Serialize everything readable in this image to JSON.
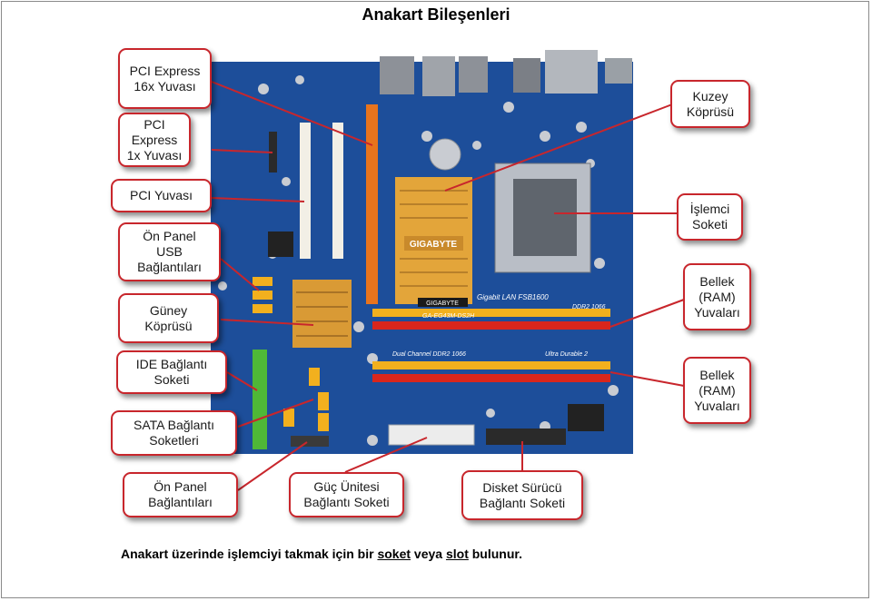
{
  "title": "Anakart Bileşenleri",
  "labels": {
    "pcie16": "PCI Express\n16x Yuvası",
    "pcie1": "PCI\nExpress\n1x Yuvası",
    "pci": "PCI Yuvası",
    "usb": "Ön Panel\nUSB\nBağlantıları",
    "southbridge": "Güney\nKöprüsü",
    "ide": "IDE Bağlantı\nSoketi",
    "sata": "SATA Bağlantı\nSoketleri",
    "frontpanel": "Ön Panel\nBağlantıları",
    "psu": "Güç Ünitesi\nBağlantı Soketi",
    "floppy": "Disket Sürücü\nBağlantı Soketi",
    "northbridge": "Kuzey\nKöprüsü",
    "cpu": "İşlemci\nSoketi",
    "ram1": "Bellek\n(RAM)\nYuvaları",
    "ram2": "Bellek\n(RAM)\nYuvaları"
  },
  "board_text": {
    "heatsink_brand": "GIGABYTE",
    "brand_strip": "GIGABYTE",
    "model": "GA-EG43M-DS2H",
    "lan": "Gigabit LAN FSB1600",
    "ddr": "DDR2 1066",
    "dual": "Dual Channel DDR2 1066",
    "durable": "Ultra Durable 2"
  },
  "caption": {
    "part1": "Anakart üzerinde işlemciyi takmak için bir ",
    "soket": "soket",
    "part2": " veya ",
    "slot": "slot",
    "part3": " bulunur."
  },
  "colors": {
    "callout_border": "#c8262c",
    "board": "#1d4e9a",
    "pcie16": "#e8741d",
    "ram_red": "#d9261c",
    "ram_yellow": "#f2b01e",
    "heatsink": "#e3a53a"
  }
}
